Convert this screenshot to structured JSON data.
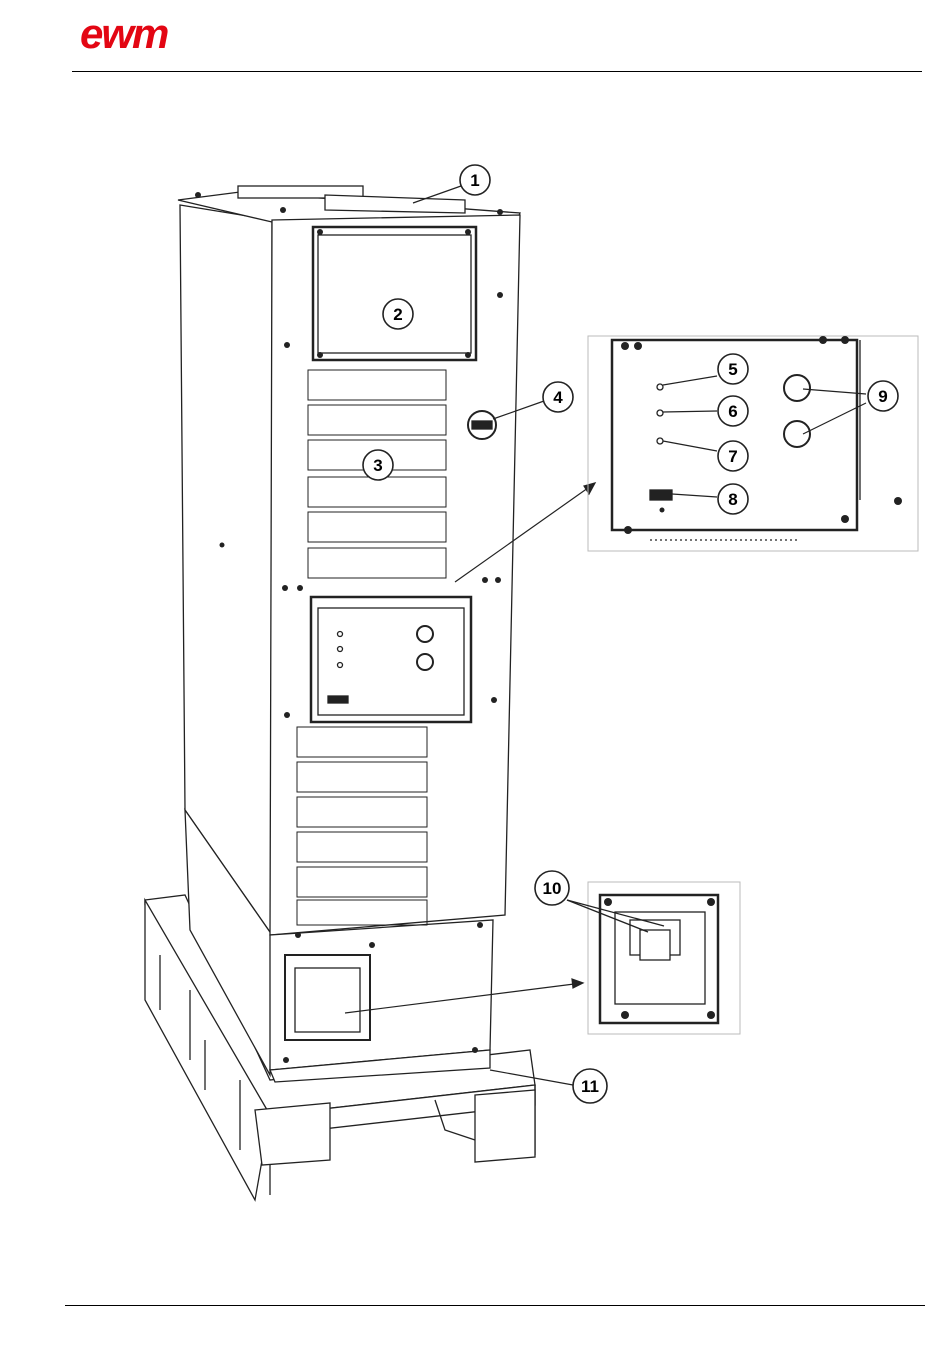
{
  "brand": {
    "name": "ewm",
    "color": "#e30613"
  },
  "figure": {
    "callouts": [
      "1",
      "2",
      "3",
      "4",
      "5",
      "6",
      "7",
      "8",
      "9",
      "10",
      "11"
    ]
  }
}
